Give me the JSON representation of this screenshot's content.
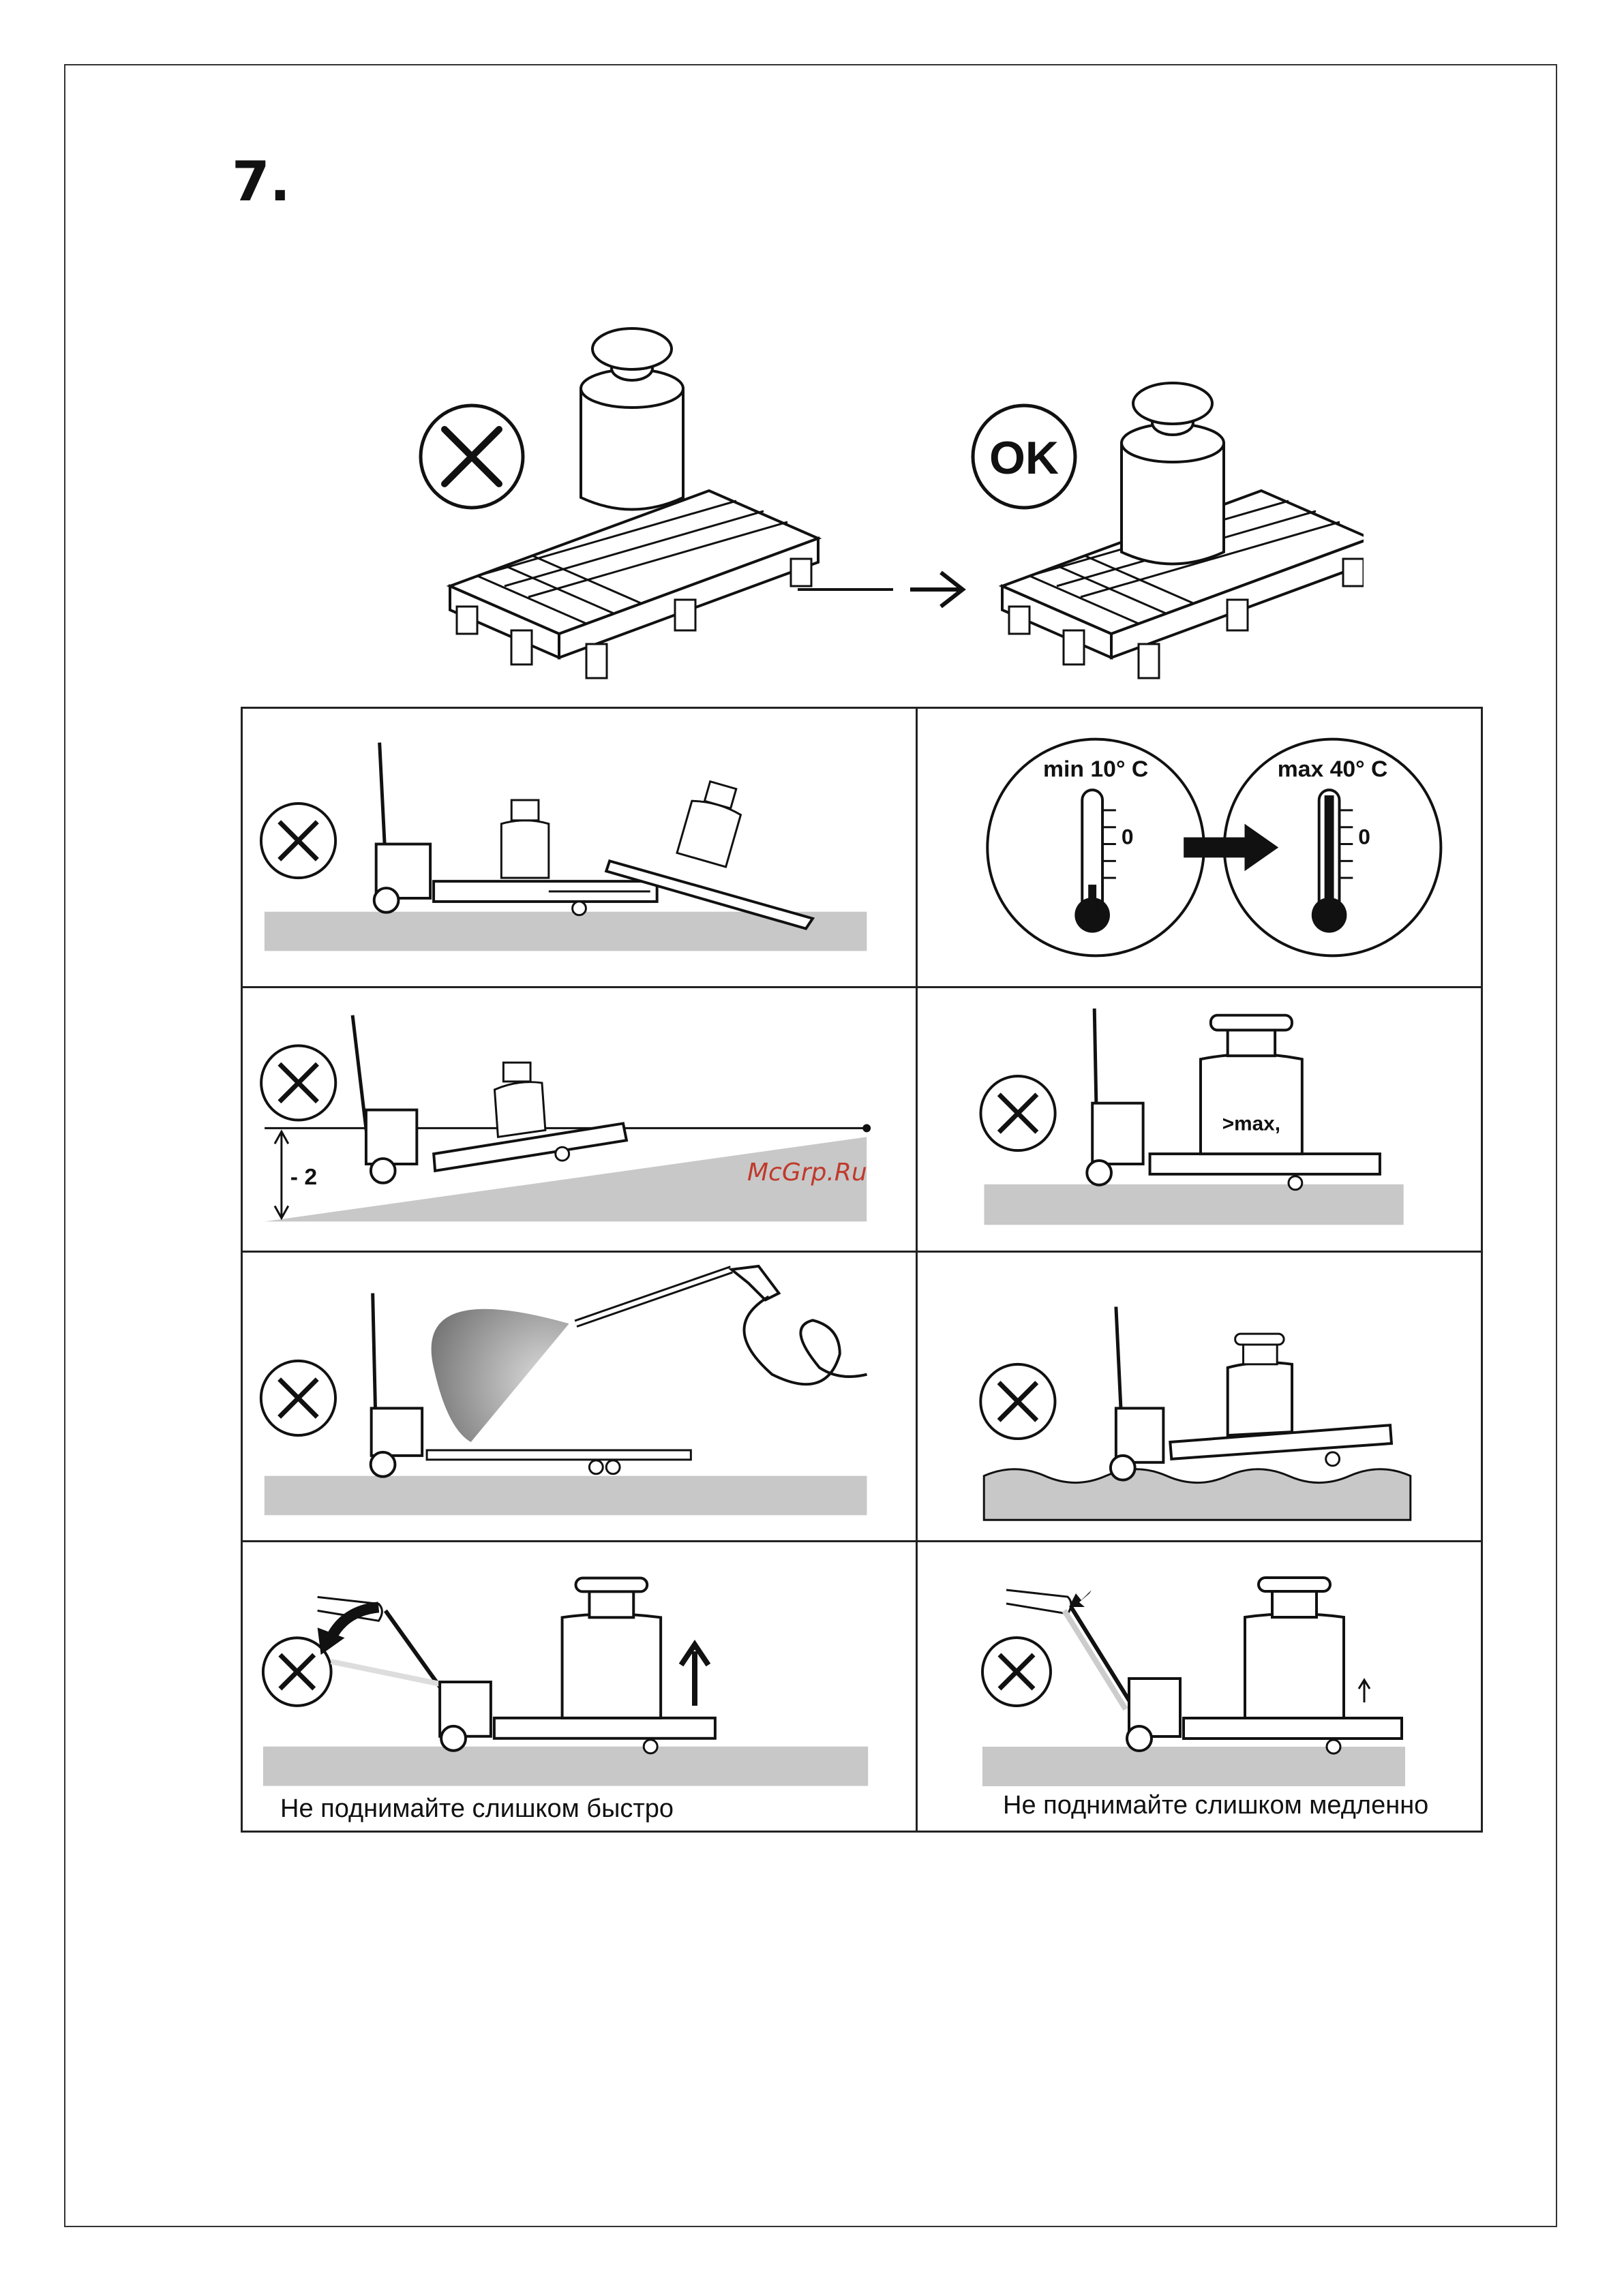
{
  "section": {
    "number": "7."
  },
  "top": {
    "ok_label": "OK"
  },
  "cells": {
    "temperature": {
      "min_label": "min 10° C",
      "max_label": "max 40° C",
      "zero_label_min": "0",
      "zero_label_max": "0"
    },
    "slope": {
      "angle_label": "- 2"
    },
    "overload": {
      "max_label": ">max,"
    },
    "lift_fast": {
      "caption": "Не поднимайте слишком быстро"
    },
    "lift_slow": {
      "caption": "Не поднимайте слишком медленно"
    }
  },
  "watermark": {
    "text": "McGrp.Ru"
  }
}
